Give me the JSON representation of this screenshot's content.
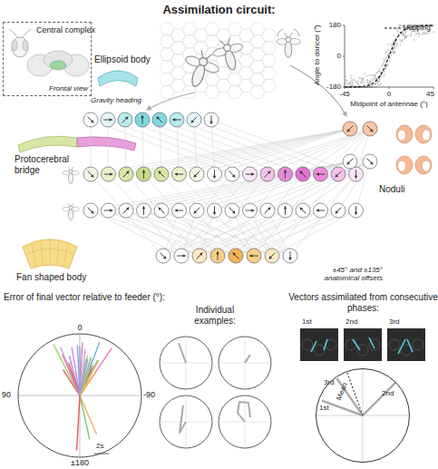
{
  "diagram": {
    "title": "Assimilation circuit:",
    "nodes": [
      {
        "text": [
          "Central complex",
          "Frontal view"
        ]
      },
      {
        "text": [
          "1st"
        ]
      },
      {
        "text": [
          "2nd"
        ]
      },
      {
        "text": [
          "3rd"
        ]
      },
      {
        "text": [
          "3rd",
          "Mean",
          "1st",
          "2nd"
        ]
      }
    ],
    "labels": [
      "Ellipsoid body",
      "Gravity heading",
      "Protocerebral bridge",
      "Fan shaped body",
      "±45° and ±135° anatomical offsets",
      "Noduli",
      "Angle to dancer (°)",
      "180",
      "0",
      "-180",
      "-45",
      "0",
      "45",
      "Midpoint of antennae (°)",
      "Error of final vector relative to feeder (°):",
      "0",
      "90",
      "-90",
      "±180",
      "2s",
      "Individual examples:",
      "Vectors assimilated from consecutive phases:"
    ],
    "legend": [
      {
        "text": "Mapping"
      }
    ]
  }
}
